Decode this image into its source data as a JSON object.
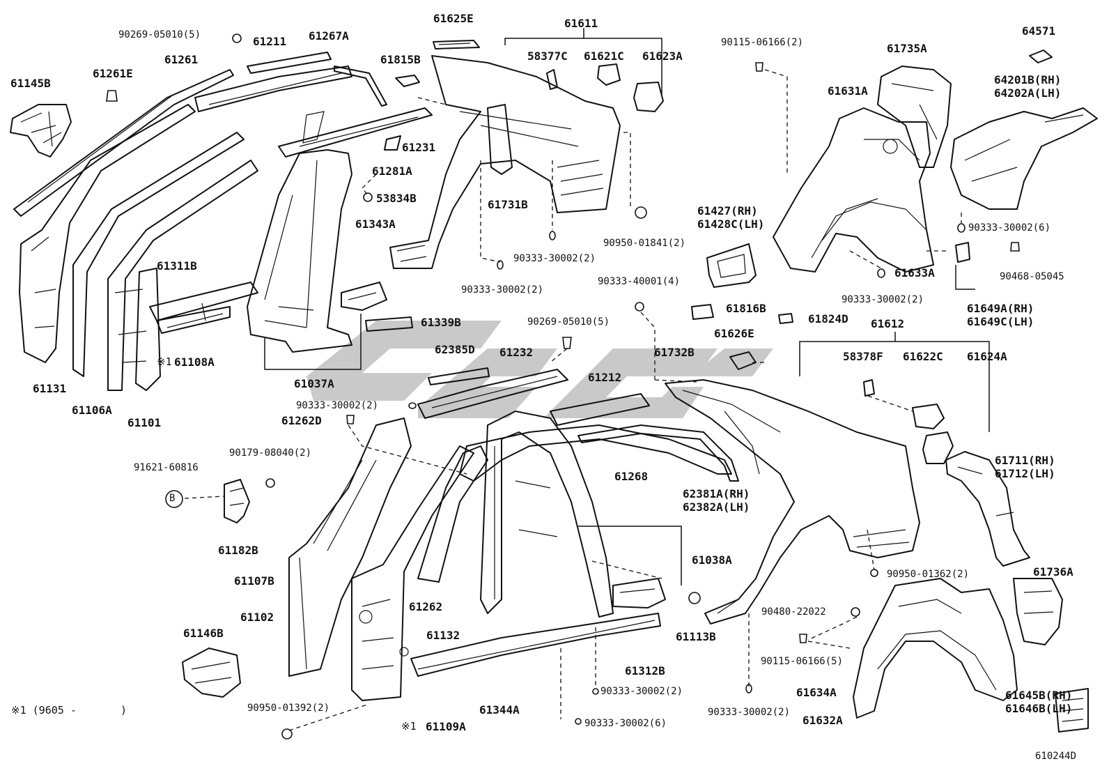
{
  "diagram": {
    "parts": [
      {
        "id": "p-61145B",
        "label": "61145B"
      },
      {
        "id": "p-61261E",
        "label": "61261E"
      },
      {
        "id": "p-61261",
        "label": "61261"
      },
      {
        "id": "p-61211",
        "label": "61211"
      },
      {
        "id": "p-61267A",
        "label": "61267A"
      },
      {
        "id": "p-90269-05010-5-top",
        "label": "90269-05010(5)"
      },
      {
        "id": "p-61625E",
        "label": "61625E"
      },
      {
        "id": "p-61611",
        "label": "61611"
      },
      {
        "id": "p-58377C",
        "label": "58377C"
      },
      {
        "id": "p-61621C",
        "label": "61621C"
      },
      {
        "id": "p-61623A",
        "label": "61623A"
      },
      {
        "id": "p-61815B",
        "label": "61815B"
      },
      {
        "id": "p-61231",
        "label": "61231"
      },
      {
        "id": "p-61281A",
        "label": "61281A"
      },
      {
        "id": "p-53834B",
        "label": "53834B"
      },
      {
        "id": "p-61731B",
        "label": "61731B"
      },
      {
        "id": "p-61343A",
        "label": "61343A"
      },
      {
        "id": "p-61311B",
        "label": "61311B"
      },
      {
        "id": "p-61108A",
        "label": "61108A"
      },
      {
        "id": "p-61131",
        "label": "61131"
      },
      {
        "id": "p-61106A",
        "label": "61106A"
      },
      {
        "id": "p-61101",
        "label": "61101"
      },
      {
        "id": "p-61037A",
        "label": "61037A"
      },
      {
        "id": "p-61339B",
        "label": "61339B"
      },
      {
        "id": "p-90333-30002-2-a",
        "label": "90333-30002(2)"
      },
      {
        "id": "p-90333-30002-2-b",
        "label": "90333-30002(2)"
      },
      {
        "id": "p-90950-01841-2",
        "label": "90950-01841(2)"
      },
      {
        "id": "p-90115-06166-2",
        "label": "90115-06166(2)"
      },
      {
        "id": "p-61735A",
        "label": "61735A"
      },
      {
        "id": "p-64571",
        "label": "64571"
      },
      {
        "id": "p-64201B",
        "label": "64201B(RH)",
        "label2": "64202A(LH)"
      },
      {
        "id": "p-61631A",
        "label": "61631A"
      },
      {
        "id": "p-61427",
        "label": "61427(RH)",
        "label2": "61428C(LH)"
      },
      {
        "id": "p-90333-30002-6-right",
        "label": "90333-30002(6)"
      },
      {
        "id": "p-90333-40001-4",
        "label": "90333-40001(4)"
      },
      {
        "id": "p-61633A",
        "label": "61633A"
      },
      {
        "id": "p-90468-05045",
        "label": "90468-05045"
      },
      {
        "id": "p-90333-30002-2-c",
        "label": "90333-30002(2)"
      },
      {
        "id": "p-61649A",
        "label": "61649A(RH)",
        "label2": "61649C(LH)"
      },
      {
        "id": "p-61816B",
        "label": "61816B"
      },
      {
        "id": "p-61824D",
        "label": "61824D"
      },
      {
        "id": "p-61612",
        "label": "61612"
      },
      {
        "id": "p-61626E",
        "label": "61626E"
      },
      {
        "id": "p-90269-05010-5-mid",
        "label": "90269-05010(5)"
      },
      {
        "id": "p-61732B",
        "label": "61732B"
      },
      {
        "id": "p-58378F",
        "label": "58378F"
      },
      {
        "id": "p-61622C",
        "label": "61622C"
      },
      {
        "id": "p-61624A",
        "label": "61624A"
      },
      {
        "id": "p-62385D",
        "label": "62385D"
      },
      {
        "id": "p-61232",
        "label": "61232"
      },
      {
        "id": "p-61212",
        "label": "61212"
      },
      {
        "id": "p-90333-30002-2-d",
        "label": "90333-30002(2)"
      },
      {
        "id": "p-61262D",
        "label": "61262D"
      },
      {
        "id": "p-90179-08040-2",
        "label": "90179-08040(2)"
      },
      {
        "id": "p-91621-60816",
        "label": "91621-60816"
      },
      {
        "id": "p-61268",
        "label": "61268"
      },
      {
        "id": "p-62381A",
        "label": "62381A(RH)",
        "label2": "62382A(LH)"
      },
      {
        "id": "p-61711",
        "label": "61711(RH)",
        "label2": "61712(LH)"
      },
      {
        "id": "p-61182B",
        "label": "61182B"
      },
      {
        "id": "p-61038A",
        "label": "61038A"
      },
      {
        "id": "p-61107B",
        "label": "61107B"
      },
      {
        "id": "p-90950-01362-2",
        "label": "90950-01362(2)"
      },
      {
        "id": "p-61736A",
        "label": "61736A"
      },
      {
        "id": "p-61102",
        "label": "61102"
      },
      {
        "id": "p-61262",
        "label": "61262"
      },
      {
        "id": "p-90480-22022",
        "label": "90480-22022"
      },
      {
        "id": "p-61113B",
        "label": "61113B"
      },
      {
        "id": "p-61146B",
        "label": "61146B"
      },
      {
        "id": "p-61132",
        "label": "61132"
      },
      {
        "id": "p-90115-06166-5",
        "label": "90115-06166(5)"
      },
      {
        "id": "p-61312B",
        "label": "61312B"
      },
      {
        "id": "p-90333-30002-2-e",
        "label": "90333-30002(2)"
      },
      {
        "id": "p-61634A",
        "label": "61634A"
      },
      {
        "id": "p-61645B",
        "label": "61645B(RH)",
        "label2": "61646B(LH)"
      },
      {
        "id": "p-90950-01392-2",
        "label": "90950-01392(2)"
      },
      {
        "id": "p-90333-30002-2-f",
        "label": "90333-30002(2)"
      },
      {
        "id": "p-61344A",
        "label": "61344A"
      },
      {
        "id": "p-61632A",
        "label": "61632A"
      },
      {
        "id": "p-61109A",
        "label": "61109A"
      },
      {
        "id": "p-90333-30002-6-bottom",
        "label": "90333-30002(6)"
      }
    ],
    "markers": {
      "note_mark": "※1",
      "callout_b": "B"
    },
    "footnote": "※1 (9605 -       )",
    "figure_id": "610244D",
    "watermark": "csgo"
  }
}
